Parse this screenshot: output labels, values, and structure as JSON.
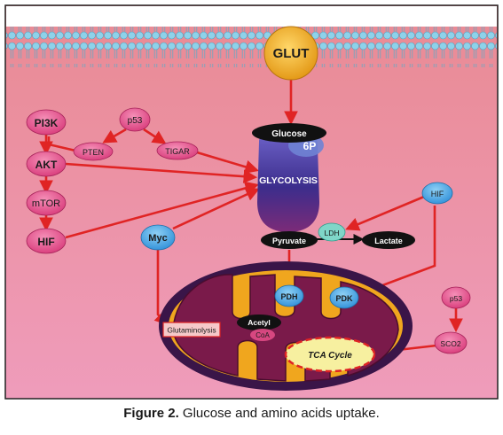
{
  "nodes": {
    "glut": "GLUT",
    "pi3k": "PI3K",
    "p53_top": "p53",
    "pten": "PTEN",
    "tigar": "TIGAR",
    "akt": "AKT",
    "mtor": "mTOR",
    "hif_left": "HIF",
    "glucose": "Glucose",
    "six_p": "6P",
    "glycolysis": "GLYCOLYSIS",
    "hif_right": "HIF",
    "myc": "Myc",
    "ldh": "LDH",
    "pyruvate": "Pyruvate",
    "lactate": "Lactate",
    "pdh": "PDH",
    "pdk": "PDK",
    "p53_right": "p53",
    "acetyl": "Acetyl",
    "coa": "CoA",
    "glutaminolysis": "Glutaminolysis",
    "tca_cycle": "TCA Cycle",
    "sco2": "SCO2"
  },
  "caption": {
    "label": "Figure 2.",
    "text": " Glucose and amino acids uptake."
  },
  "colors": {
    "background_top": "#e98a93",
    "background_bottom": "#ef9cbb",
    "arrow": "#e02424",
    "membrane": "#9bd7ec",
    "node_pink": "#e8508a",
    "node_blue": "#4aa9e4",
    "node_black": "#111111",
    "glut": "#f5b530",
    "mito_outer": "#3a1548",
    "mito_inner": "#f0a61e",
    "mito_matrix": "#7a1a4a",
    "tca": "#f7f0a0"
  }
}
